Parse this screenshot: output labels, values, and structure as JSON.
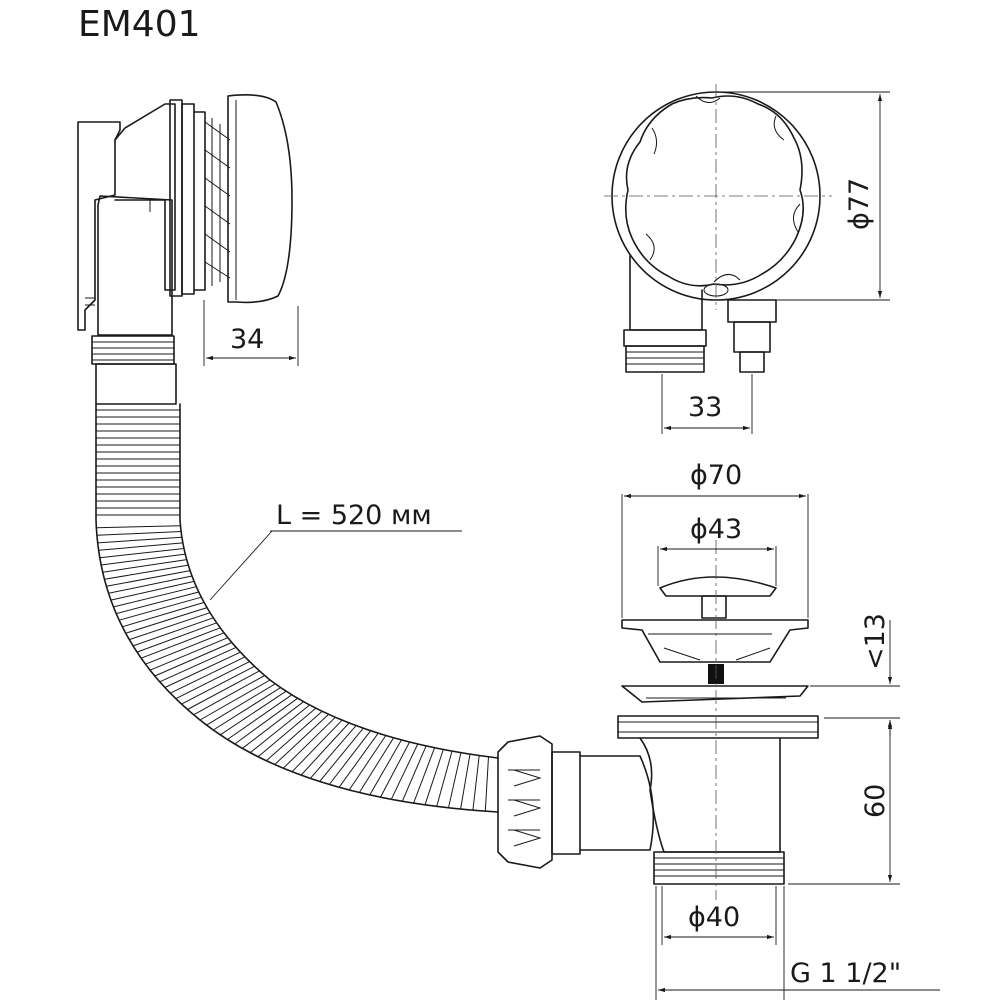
{
  "model": "EM401",
  "dimensions": {
    "overflow_depth": "34",
    "overflow_outlet_offset": "33",
    "overflow_diameter": "ϕ77",
    "plug_outer_diameter": "ϕ70",
    "plug_cap_diameter": "ϕ43",
    "plug_lift": "<13",
    "drain_height": "60",
    "outlet_diameter": "ϕ40",
    "thread": "G 1 1/2\""
  },
  "hose_length": "L = 520 мм"
}
